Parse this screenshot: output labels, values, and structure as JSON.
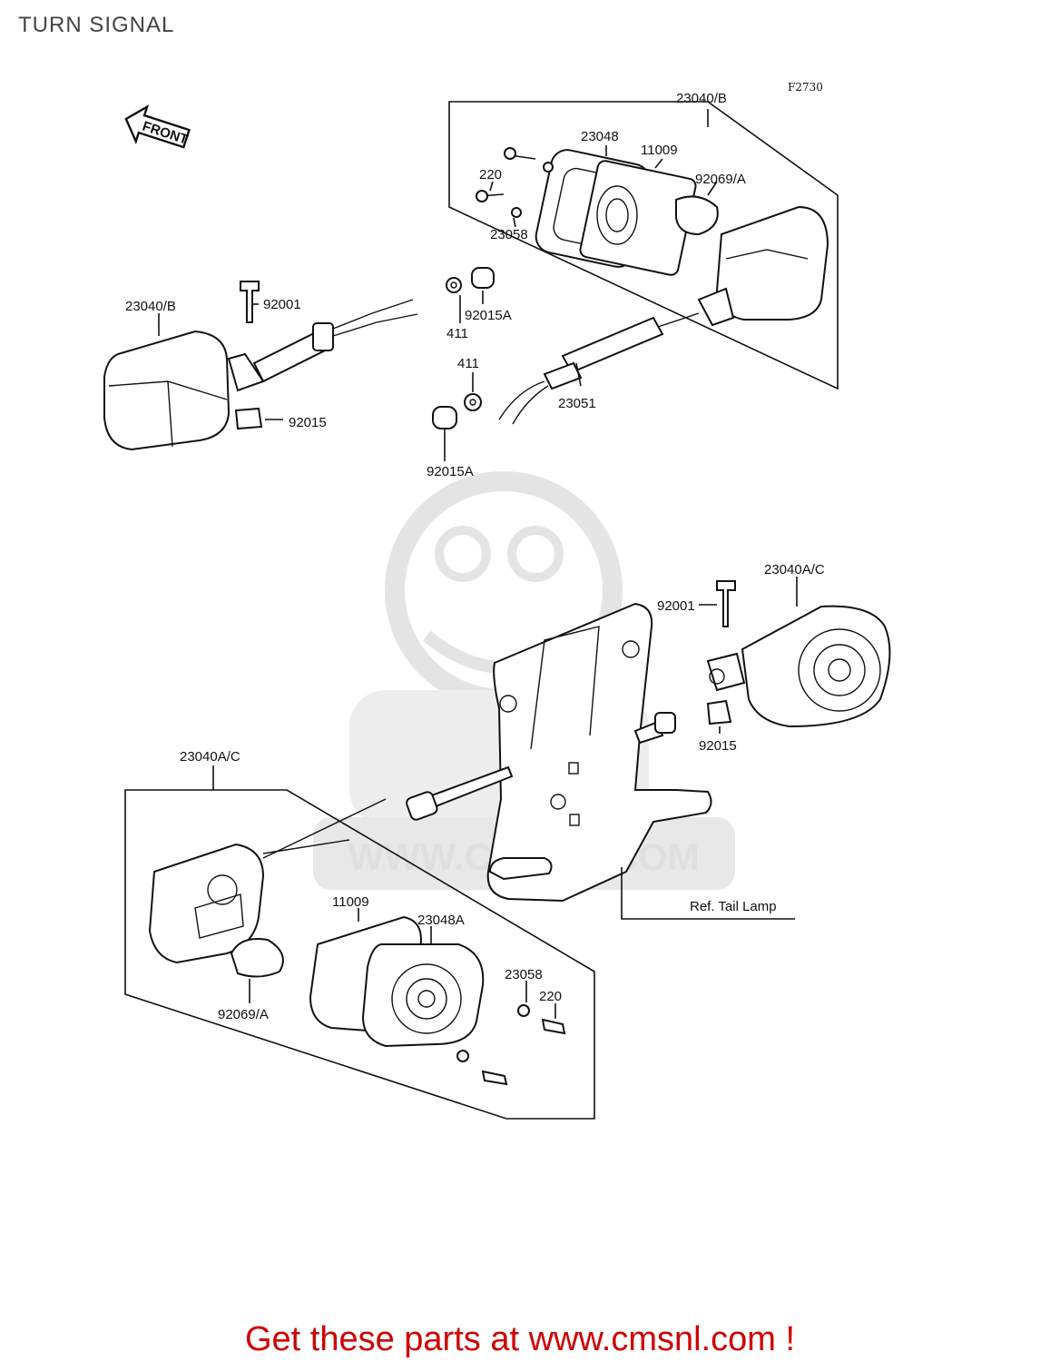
{
  "title": "TURN SIGNAL",
  "figure_code": "F2730",
  "front_label": "FRONT",
  "watermark": "WWW.CMSNL.COM",
  "footer_link": "Get these parts at www.cmsnl.com !",
  "labels": {
    "l_23040b_top": "23040/B",
    "l_23048": "23048",
    "l_11009_top": "11009",
    "l_220_top": "220",
    "l_92069a_top": "92069/A",
    "l_23058_top": "23058",
    "l_23040b_left": "23040/B",
    "l_92001_top": "92001",
    "l_411_a": "411",
    "l_92015a_a": "92015A",
    "l_411_b": "411",
    "l_23051": "23051",
    "l_92015_left": "92015",
    "l_92015a_b": "92015A",
    "l_23040ac_right": "23040A/C",
    "l_92001_right": "92001",
    "l_92015_right": "92015",
    "l_23040ac_left": "23040A/C",
    "l_11009_bottom": "11009",
    "l_23048a": "23048A",
    "l_23058_bottom": "23058",
    "l_220_bottom": "220",
    "l_92069a_bottom": "92069/A",
    "l_ref_tail": "Ref. Tail Lamp"
  }
}
